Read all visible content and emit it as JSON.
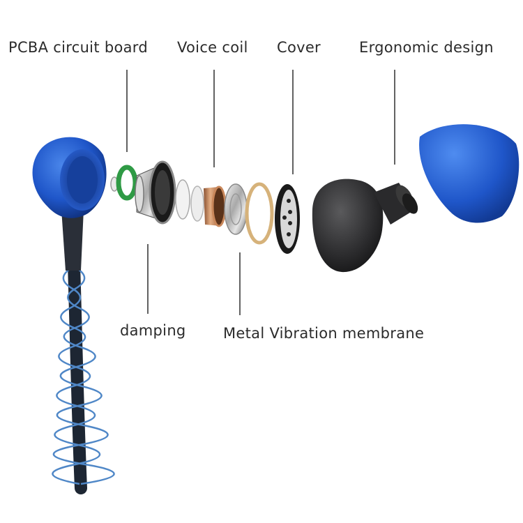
{
  "labels": {
    "pcba": "PCBA circuit board",
    "voice_coil": "Voice coil",
    "cover": "Cover",
    "ergonomic": "Ergonomic design",
    "damping": "damping",
    "membrane": "Metal Vibration membrane"
  },
  "colors": {
    "housing_blue": "#1f56c9",
    "cable_dark": "#1d2633",
    "cable_stripe": "#4f87c7",
    "pcb_green": "#2f9a45",
    "coil_copper": "#c9875a",
    "ring_gold": "#d6b27a",
    "eartip_black": "#2a2a2c",
    "leader_line": "#3a3a3a"
  }
}
